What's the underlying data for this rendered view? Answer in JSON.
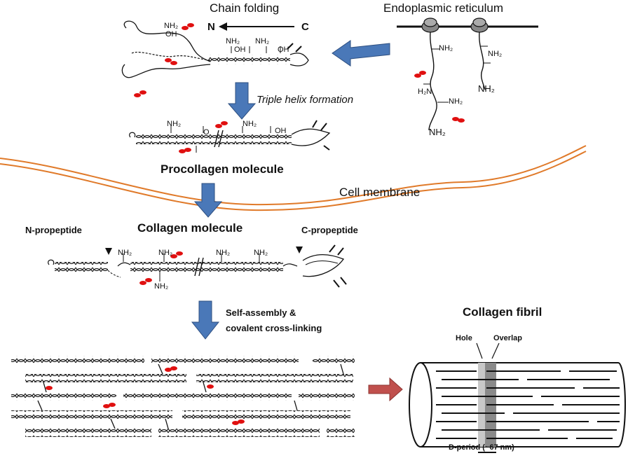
{
  "diagram": {
    "chain_folding": "Chain folding",
    "endoplasmic_reticulum": "Endoplasmic reticulum",
    "n_terminus": "N",
    "c_terminus": "C",
    "triple_helix_formation": "Triple helix formation",
    "procollagen_molecule": "Procollagen molecule",
    "cell_membrane": "Cell membrane",
    "n_propeptide": "N-propeptide",
    "collagen_molecule": "Collagen molecule",
    "c_propeptide": "C-propeptide",
    "self_assembly_line1": "Self-assembly &",
    "self_assembly_line2": "covalent cross-linking",
    "collagen_fibril": "Collagen fibril",
    "hole": "Hole",
    "overlap": "Overlap",
    "d_period": "D-period (~67 nm)",
    "nh2": "NH₂",
    "oh": "OH",
    "o": "O",
    "h2n": "H₂N"
  },
  "colors": {
    "arrow_blue": "#4a78b8",
    "arrow_red": "#c0504d",
    "membrane_orange": "#e07a2a",
    "glyco_red": "#e01010",
    "ink": "#111111"
  }
}
